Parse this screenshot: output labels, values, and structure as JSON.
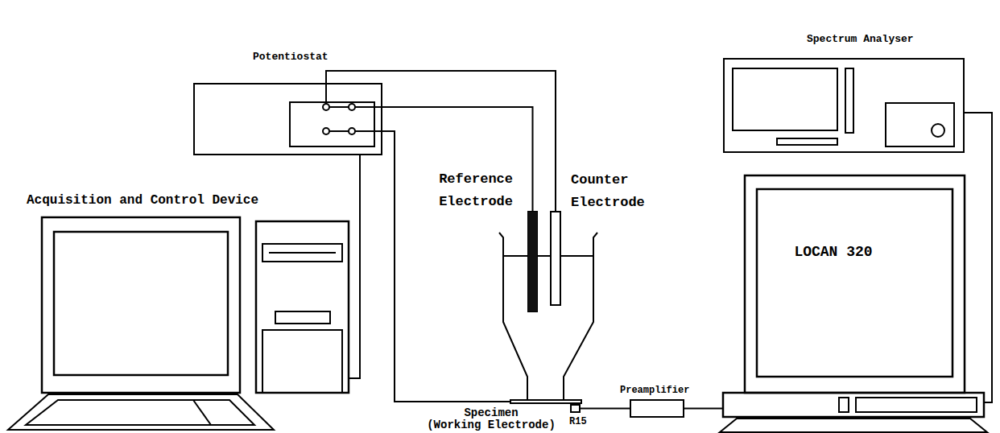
{
  "diagram": {
    "nodes": [
      {
        "text": [
          "Potentiostat"
        ]
      },
      {
        "text": [
          "Spectrum Analyser"
        ]
      },
      {
        "text": [
          "Acquisition and Control Device"
        ]
      },
      {
        "text": [
          "Reference Electrode"
        ]
      },
      {
        "text": [
          "Counter Electrode"
        ]
      },
      {
        "text": [
          "LOCAN 320"
        ]
      },
      {
        "text": [
          "Specimen",
          "(Working Electrode)"
        ]
      },
      {
        "text": [
          "R15"
        ]
      },
      {
        "text": [
          "Preamplifier"
        ]
      }
    ],
    "edges": [
      {
        "from": 0,
        "to": 4,
        "arrow": "none"
      },
      {
        "from": 0,
        "to": 3,
        "arrow": "none"
      },
      {
        "from": 0,
        "to": 6,
        "arrow": "none"
      },
      {
        "from": 0,
        "to": 2,
        "arrow": "none"
      },
      {
        "from": 7,
        "to": 8,
        "arrow": "none"
      },
      {
        "from": 8,
        "to": 5,
        "arrow": "none"
      },
      {
        "from": 1,
        "to": 5,
        "arrow": "none"
      }
    ]
  }
}
